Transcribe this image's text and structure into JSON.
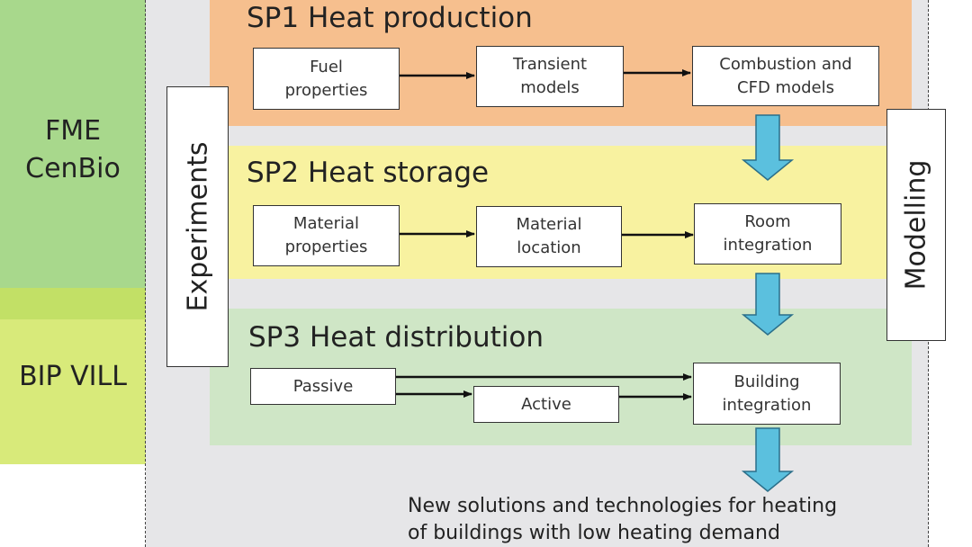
{
  "colors": {
    "fme_green": "#a8d88c",
    "bip_yellow": "#d8ea7a",
    "frame_gray": "#e6e6e8",
    "sp1_orange": "#f6bf8e",
    "sp2_yellow": "#f8f2a0",
    "sp3_green": "#cfe6c6",
    "arrow_blue": "#5bc0de"
  },
  "left_programs": {
    "fme": "FME\nCenBio",
    "bip": "BIP VILL"
  },
  "side_bars": {
    "experiments": "Experiments",
    "modelling": "Modelling"
  },
  "sp1": {
    "title": "SP1 Heat production",
    "boxes": [
      "Fuel\nproperties",
      "Transient\nmodels",
      "Combustion and\nCFD models"
    ]
  },
  "sp2": {
    "title": "SP2 Heat storage",
    "boxes": [
      "Material\nproperties",
      "Material\nlocation",
      "Room\nintegration"
    ]
  },
  "sp3": {
    "title": "SP3 Heat distribution",
    "boxes": [
      "Passive",
      "Active",
      "Building\nintegration"
    ]
  },
  "outcome": "New solutions and technologies for heating\nof buildings with low heating demand"
}
